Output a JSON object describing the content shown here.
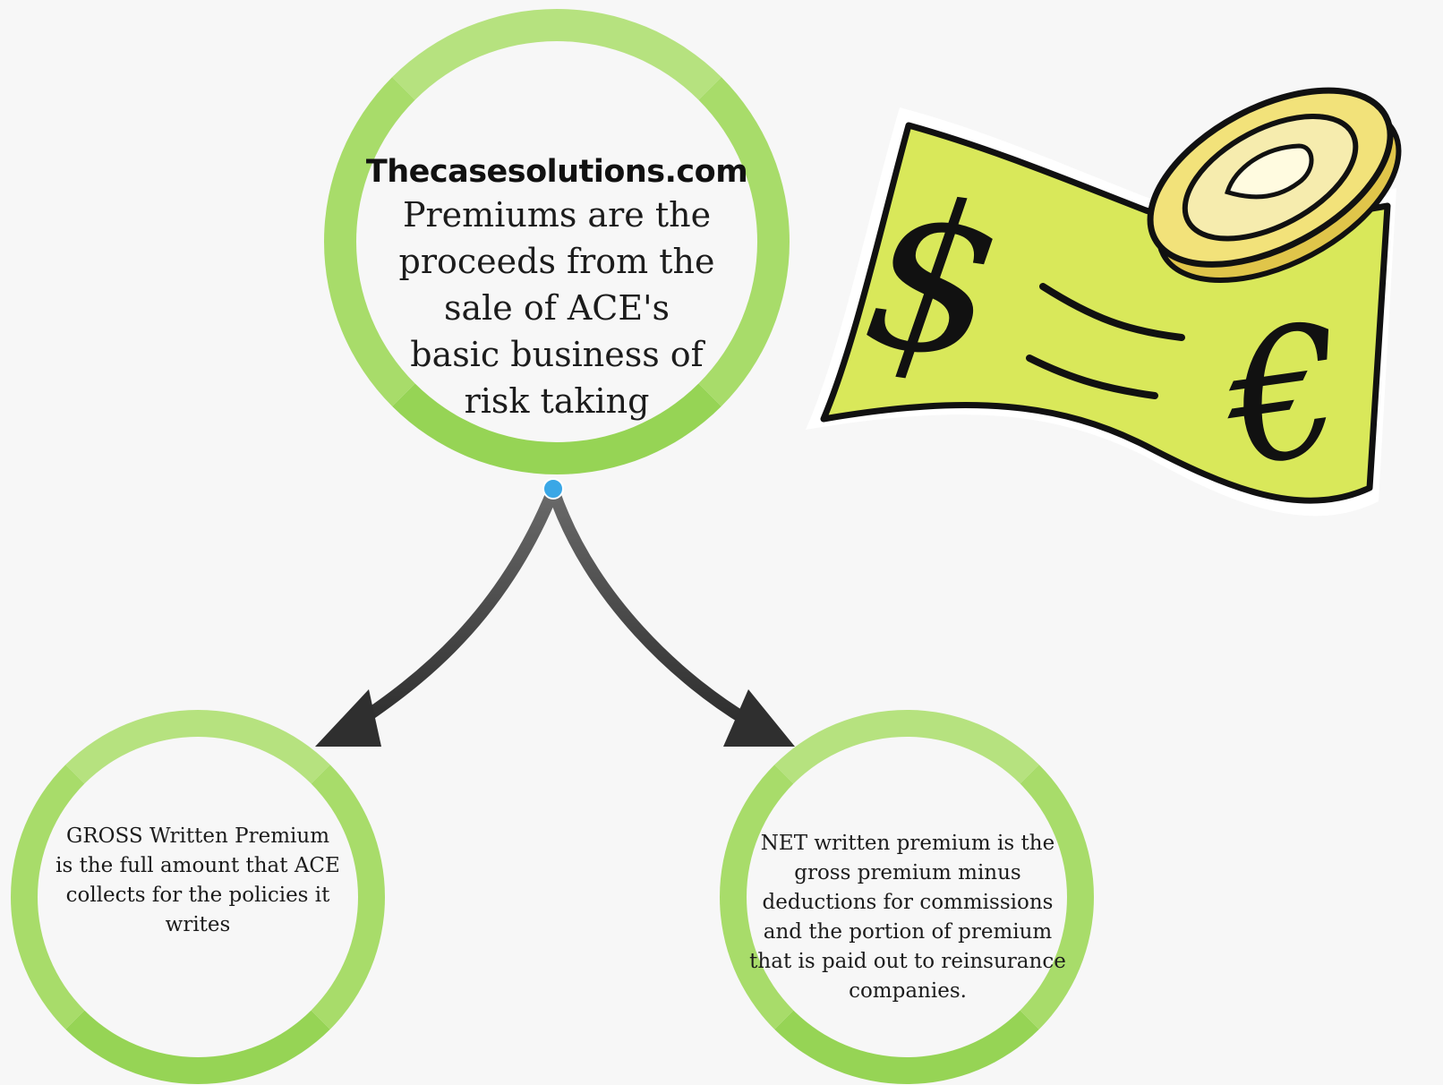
{
  "top_node": {
    "title": "Thecasesolutions.com",
    "body": "Premiums are the proceeds from the sale of ACE's basic business of risk taking"
  },
  "left_node": {
    "body": "GROSS Written Premium is the full amount that ACE collects for the policies it writes"
  },
  "right_node": {
    "body": "NET written premium is the gross premium minus deductions for commissions and the portion of premium that is paid out to reinsurance companies."
  },
  "illustration": {
    "icon": "money-illustration",
    "symbols": [
      "$",
      "€"
    ]
  },
  "colors": {
    "background": "#f7f7f7",
    "ring": "#a8dc6a",
    "arrow": "#3a3a3a",
    "anchor": "#3aa7e6",
    "bill": "#d9e85a",
    "coin": "#f2e27a"
  }
}
